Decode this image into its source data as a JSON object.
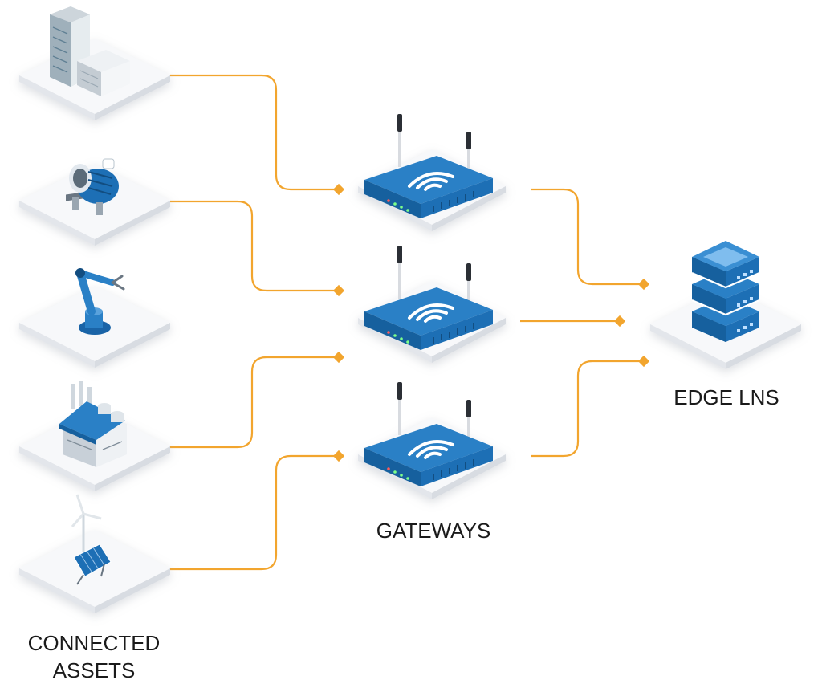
{
  "labels": {
    "connected_assets_line1": "CONNECTED",
    "connected_assets_line2": "ASSETS",
    "gateways": "GATEWAYS",
    "edge_lns": "EDGE LNS"
  },
  "assets": [
    {
      "icon": "office-building-icon"
    },
    {
      "icon": "motor-pump-icon"
    },
    {
      "icon": "robot-arm-icon"
    },
    {
      "icon": "factory-icon"
    },
    {
      "icon": "solar-wind-icon"
    }
  ],
  "gateways": [
    {
      "icon": "wifi-router-icon"
    },
    {
      "icon": "wifi-router-icon"
    },
    {
      "icon": "wifi-router-icon"
    }
  ],
  "server": {
    "icon": "server-stack-icon"
  },
  "colors": {
    "connector": "#F2A52E",
    "device_blue": "#1E6FB5",
    "device_dark": "#15558E",
    "platform_top": "#F7F8FA",
    "platform_side": "#E3E6EB"
  }
}
